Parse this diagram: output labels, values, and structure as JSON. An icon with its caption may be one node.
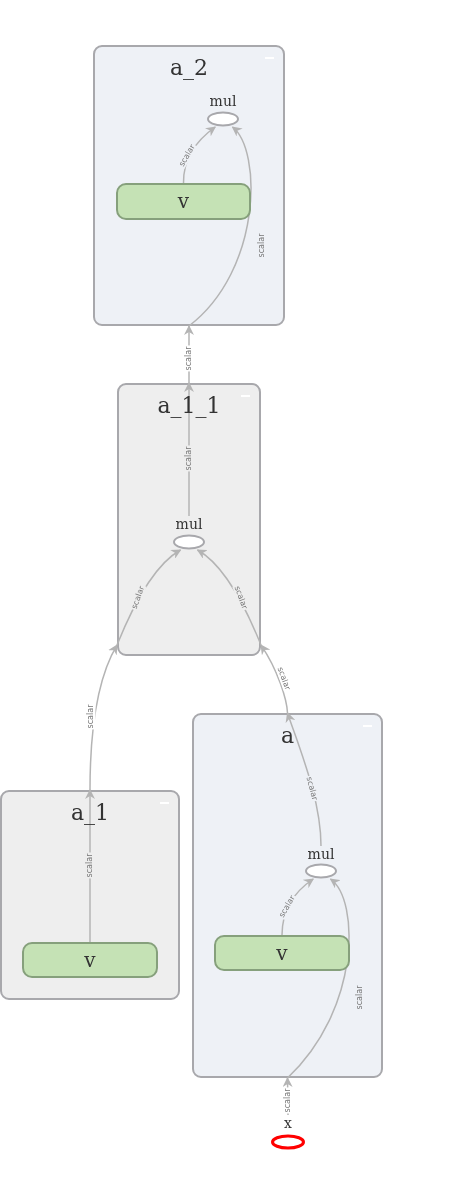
{
  "diagram": {
    "nodes": [
      {
        "text": [
          "a_2"
        ]
      },
      {
        "text": [
          "mul"
        ],
        "in": 0
      },
      {
        "text": [
          "v"
        ],
        "in": 0
      },
      {
        "text": [
          "a_1_1"
        ]
      },
      {
        "text": [
          "mul"
        ],
        "in": 3
      },
      {
        "text": [
          "a"
        ]
      },
      {
        "text": [
          "mul"
        ],
        "in": 5
      },
      {
        "text": [
          "v"
        ],
        "in": 5
      },
      {
        "text": [
          "a_1"
        ]
      },
      {
        "text": [
          "v"
        ],
        "in": 8
      },
      {
        "text": [
          "x"
        ]
      }
    ],
    "edges": [
      {
        "from": 2,
        "to": 1,
        "arrow": "to",
        "label": "scalar"
      },
      {
        "from": 0,
        "to": 1,
        "arrow": "to",
        "label": "scalar"
      },
      {
        "from": 3,
        "to": 0,
        "arrow": "to",
        "label": "scalar"
      },
      {
        "from": 4,
        "to": 3,
        "arrow": "to",
        "label": "scalar"
      },
      {
        "from": 8,
        "to": 3,
        "arrow": "to",
        "label": "scalar"
      },
      {
        "from": 3,
        "to": 4,
        "arrow": "to",
        "label": "scalar"
      },
      {
        "from": 5,
        "to": 3,
        "arrow": "to",
        "label": "scalar"
      },
      {
        "from": 3,
        "to": 4,
        "arrow": "to",
        "label": "scalar"
      },
      {
        "from": 9,
        "to": 8,
        "arrow": "to",
        "label": "scalar"
      },
      {
        "from": 6,
        "to": 5,
        "arrow": "to",
        "label": "scalar"
      },
      {
        "from": 7,
        "to": 6,
        "arrow": "to",
        "label": "scalar"
      },
      {
        "from": 10,
        "to": 5,
        "arrow": "to",
        "label": "scalar"
      },
      {
        "from": 5,
        "to": 6,
        "arrow": "to",
        "label": "scalar"
      }
    ]
  }
}
